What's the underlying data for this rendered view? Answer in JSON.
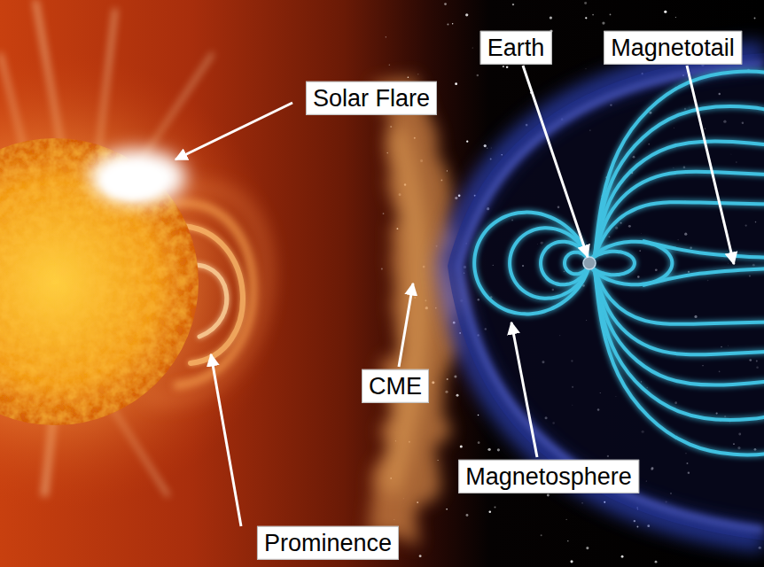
{
  "diagram": {
    "labels": [
      "Earth",
      "Magnetotail",
      "Solar Flare",
      "CME",
      "Magnetosphere",
      "Prominence"
    ]
  }
}
